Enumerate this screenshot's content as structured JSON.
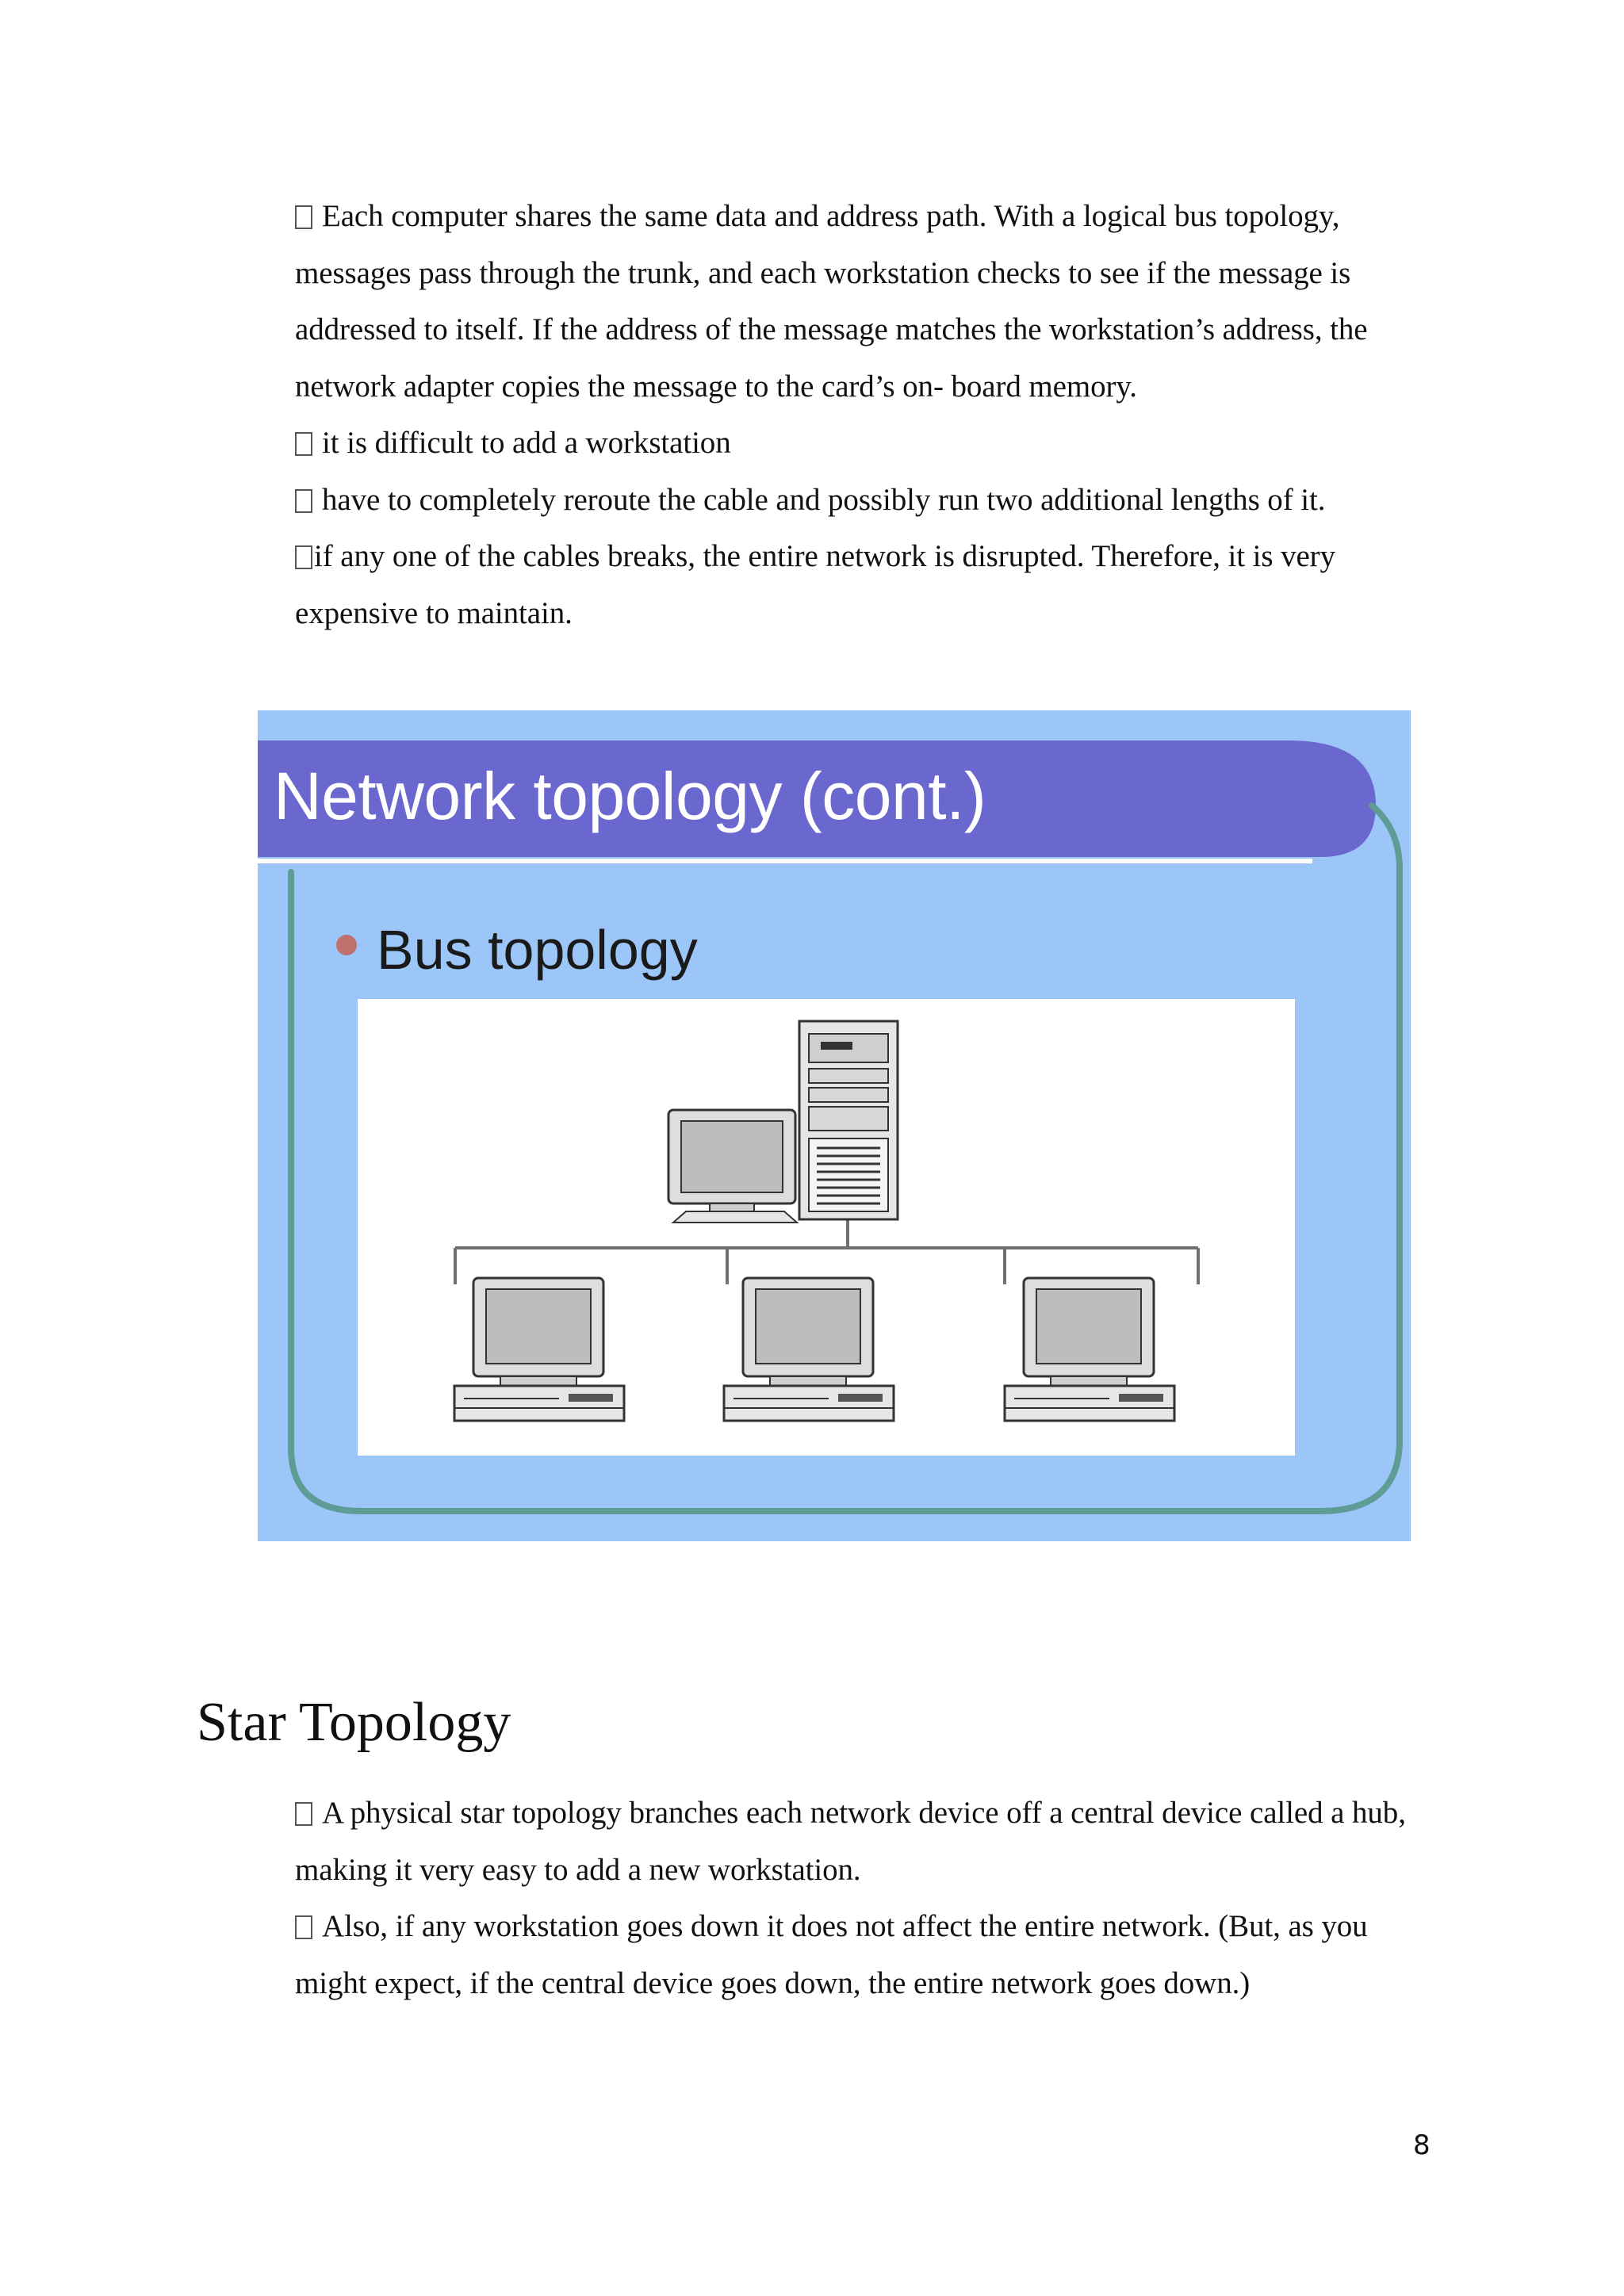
{
  "top_paragraphs": [
    {
      "bullet": true,
      "text": "Each computer shares the same data and address path. With a logical bus topology, messages pass through the trunk, and each workstation checks to see if the message is addressed to itself. If the address of the message matches the workstation’s address, the network adapter copies the message to the card’s on- board memory."
    },
    {
      "bullet": true,
      "text": "it is difficult to add a workstation"
    },
    {
      "bullet": true,
      "text": "have to completely reroute the cable and possibly run two additional lengths of it."
    },
    {
      "bullet": true,
      "text": "if any one of the cables breaks, the entire network is disrupted. Therefore, it is very expensive to maintain."
    }
  ],
  "slide": {
    "title": "Network topology (cont.)",
    "bullet_text": "Bus topology",
    "icons": [
      "server-tower-icon",
      "desktop-computer-icon"
    ],
    "colors": {
      "background": "#9cc5f8",
      "title_bar": "#6a67cf",
      "bullet_dot": "#c0706d",
      "frame_border": "#5f9c95",
      "diagram_panel": "#ffffff"
    }
  },
  "section": {
    "heading": "Star Topology",
    "paragraphs": [
      {
        "bullet": true,
        "text": "A physical star topology branches each network device off a central device called a hub, making it very easy to add a new workstation."
      },
      {
        "bullet": true,
        "text": "Also, if any workstation goes down it does not affect the entire network. (But, as you might expect, if the central device goes down, the entire network goes down.)"
      }
    ]
  },
  "page_number": "8"
}
